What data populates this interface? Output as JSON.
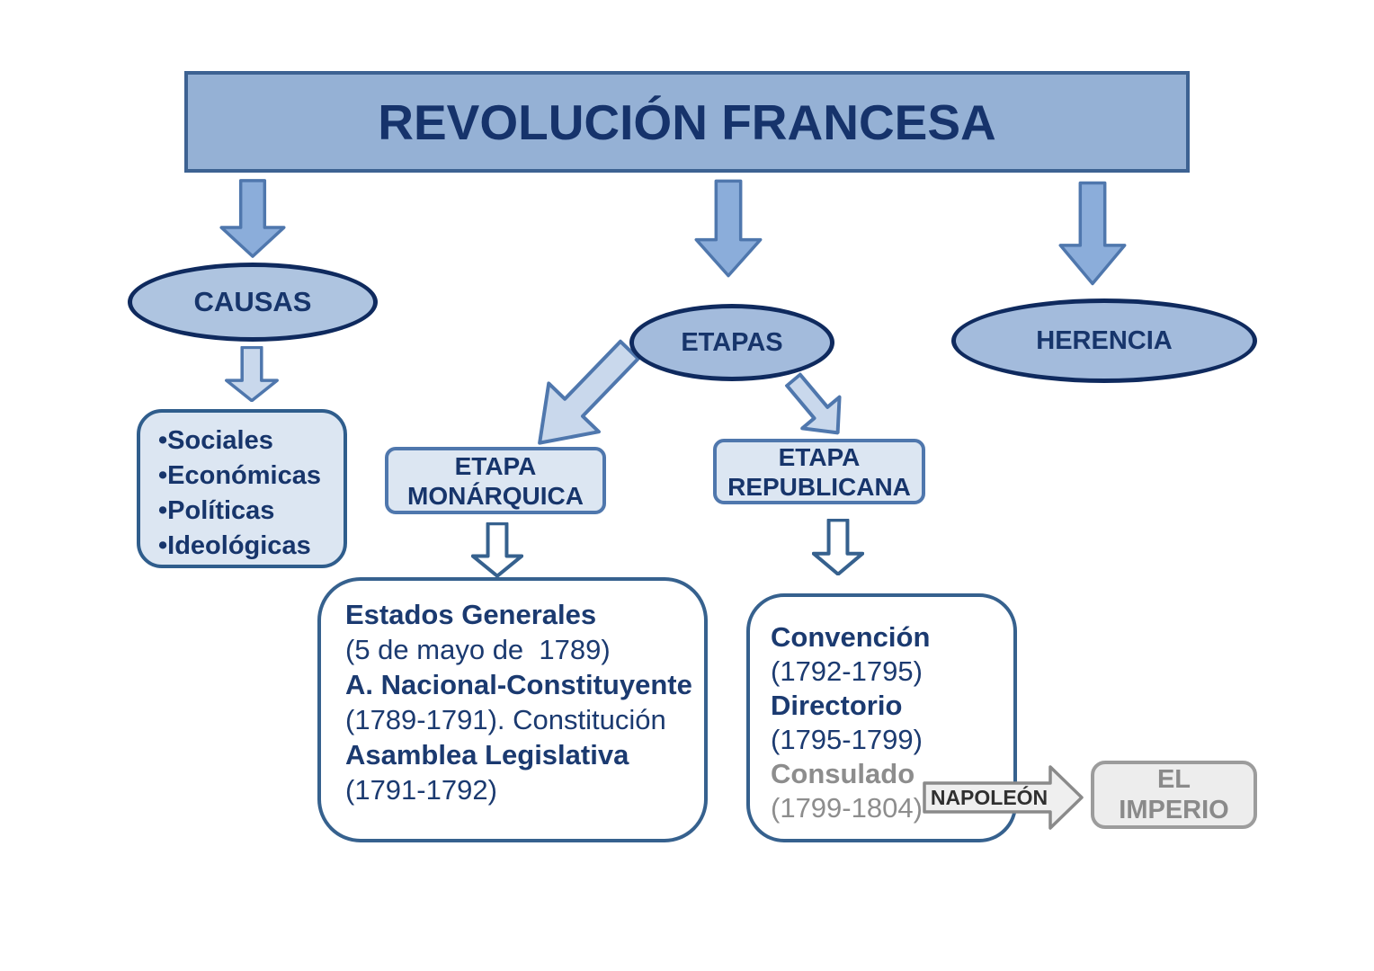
{
  "title": "REVOLUCIÓN FRANCESA",
  "nodes": {
    "causas": "CAUSAS",
    "etapas": "ETAPAS",
    "herencia": "HERENCIA"
  },
  "causas_list": {
    "item1": "•Sociales",
    "item2": "•Económicas",
    "item3": "•Políticas",
    "item4": "•Ideológicas"
  },
  "etapa_monarquica": {
    "line1": "ETAPA",
    "line2": "MONÁRQUICA"
  },
  "etapa_republicana": {
    "line1": "ETAPA",
    "line2": "REPUBLICANA"
  },
  "monarquica_detail": {
    "line1": "Estados Generales",
    "line2": "(5 de mayo de  1789)",
    "line3": "A. Nacional-Constituyente",
    "line4": "(1789-1791). Constitución",
    "line5": "Asamblea Legislativa",
    "line6": "(1791-1792)"
  },
  "republicana_detail": {
    "line1": "Convención",
    "line2": "(1792-1795)",
    "line3": "Directorio",
    "line4": "(1795-1799)",
    "line5": "Consulado",
    "line6": "(1799-1804)"
  },
  "napoleon_label": "NAPOLEÓN",
  "imperio": {
    "line1": "EL",
    "line2": "IMPERIO"
  },
  "colors": {
    "banner_fill": "#95b1d5",
    "banner_border": "#3d6292",
    "navy_text": "#17356b",
    "ellipse_fill": "#a3bbdc",
    "causas_ellipse_fill": "#aec4e0",
    "ellipse_border": "#0f2a5e",
    "solid_arrow_fill": "#8badda",
    "light_arrow_fill": "#c9d8ec",
    "arrow_stroke": "#4f77ad",
    "hollow_arrow_stroke": "#36618e",
    "light_box_fill": "#dce6f2",
    "content_box_border": "#36618e",
    "gray_text": "#8d8d8d",
    "napoleon_fill": "#efefef",
    "napoleon_stroke": "#8a8a8a",
    "imperio_fill": "#ededed",
    "imperio_border": "#9c9c9c",
    "imperio_text": "#8a8a8a"
  }
}
